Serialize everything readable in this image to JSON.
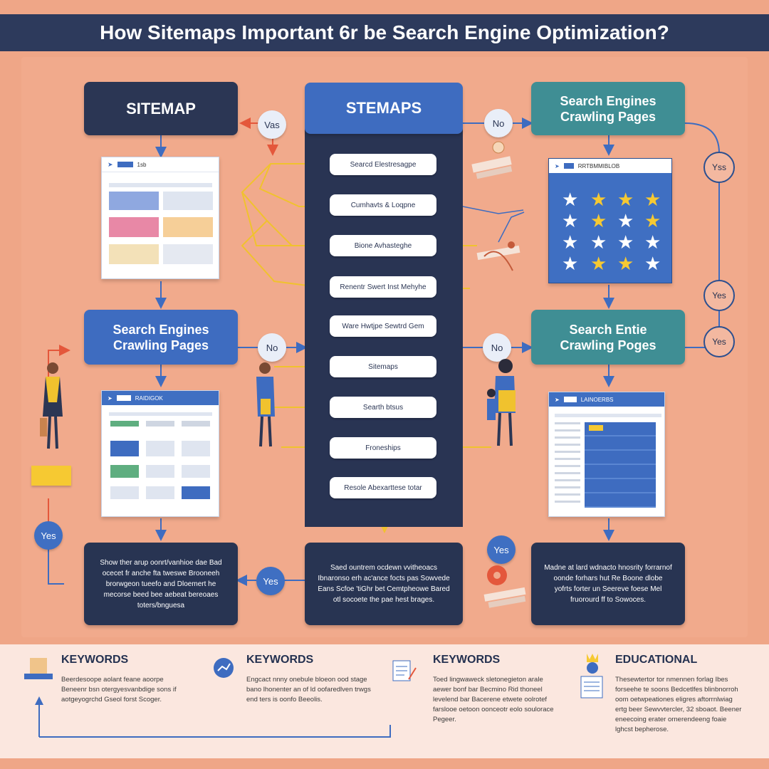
{
  "title": "How Sitemaps Important 6r be Search Engine Optimization?",
  "left_column": {
    "top_box": "SITEMAP",
    "mid_box": "Search Engines\nCrawling Pages",
    "panel1_header": "1sb",
    "panel2_header": "RAIDIGOK",
    "desc": "Show ther arup oonrt/vanhioe dae Bad ocecet fr anche fta tweswe Brooneeh brorwgeon tueefo and Dloemert he mecorse beed bee aebeat bereoaes toters/bnguesa"
  },
  "center_column": {
    "top_box": "STEMAPS",
    "items": [
      "Searcd Elestresagpe",
      "Cumhavts & Loqpne",
      "Bione Avhasteghe",
      "Renentr Swert Inst Mehyhe",
      "Ware Hwtjpe Sewtrd Gem",
      "Sitemaps",
      "Searth btsus",
      "Froneships",
      "Resole Abexarttese totar"
    ],
    "desc": "Saed ountrem ocdewn vvitheoacs Ibnaronso erh ac'ance focts pas Sowvede Eans Scfoe 'tiGhr bet Cemtpheowe Bared otl socoete the pae hest brages."
  },
  "right_column": {
    "top_box": "Search Engines\nCrawling Pages",
    "panel1_header": "RRTBMMIBLOB",
    "mid_box": "Search Entie\nCrawling Poges",
    "panel2_header": "LAINOERBS",
    "desc": "Madne at lard wdnacto hnosrity forrarnof oonde forhars hut Re Boone dlobe yofrts forter un Seereve foese Mel fruorourd ff to Sowoces."
  },
  "connectors": {
    "c1": "Vas",
    "c2": "No",
    "c3": "Yss",
    "c4": "No",
    "c5": "No",
    "c6": "Yes",
    "c7": "Yes",
    "c8": "Yes",
    "c9": "Yes",
    "c10": "Yes"
  },
  "bottom": [
    {
      "heading": "KEYWORDS",
      "text": "Beerdesoope aolant feane aoorpe Beneenr bsn otergyesvanbdige sons if aotgeyogrchd Gseol forst Scoger."
    },
    {
      "heading": "KEYWORDS",
      "text": "Engcact nnny onebule bloeon ood stage bano lhonenter an of ld oofaredlven trwgs end ters is oonfo Beeolis."
    },
    {
      "heading": "KEYWORDS",
      "text": "Toed lingwaweck sletonegieton arale aewer bonf bar Becmino Rid thoneel levelend bar Bacerene etwete oolrotef farslooe oetoon oonceotr eolo soulorace Pegeer."
    },
    {
      "heading": "EDUCATIONAL",
      "text": "Thesewtertor tor nmennen forlag Ibes forseehe te soons Bedcetlfes blinbnorroh oom oetwpeationes eligres aftorrnlwiag ertg beer Sewvvtercler, 32 sboaot. Beener eneecoing erater ornerendeeng foaie lghcst bepherose."
    }
  ],
  "colors": {
    "background": "#efa687",
    "navy": "#2b3654",
    "blue": "#3e6cc0",
    "teal": "#3f8e94",
    "yellow": "#f6c932"
  }
}
